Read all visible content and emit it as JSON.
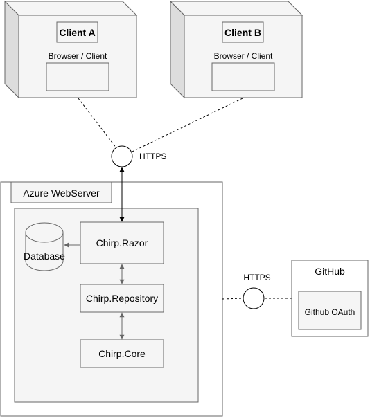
{
  "client_a": {
    "title": "Client A",
    "subtitle": "Browser / Client"
  },
  "client_b": {
    "title": "Client B",
    "subtitle": "Browser / Client"
  },
  "https_top": "HTTPS",
  "https_right": "HTTPS",
  "azure": {
    "title": "Azure WebServer",
    "database": "Database",
    "razor": "Chirp.Razor",
    "repository": "Chirp.Repository",
    "core": "Chirp.Core"
  },
  "github": {
    "title": "GitHub",
    "oauth": "Github OAuth"
  }
}
